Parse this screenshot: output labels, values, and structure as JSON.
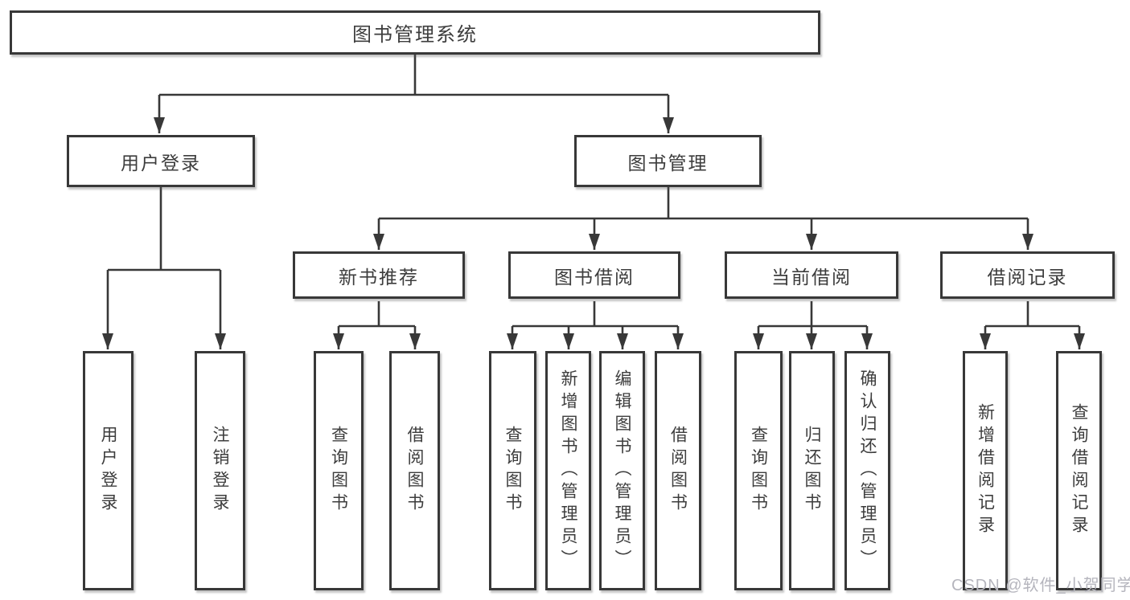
{
  "tree": {
    "label": "图书管理系统",
    "children": [
      {
        "label": "用户登录",
        "children": [
          {
            "label": "用户登录"
          },
          {
            "label": "注销登录"
          }
        ]
      },
      {
        "label": "图书管理",
        "children": [
          {
            "label": "新书推荐",
            "children": [
              {
                "label": "查询图书"
              },
              {
                "label": "借阅图书"
              }
            ]
          },
          {
            "label": "图书借阅",
            "children": [
              {
                "label": "查询图书"
              },
              {
                "label": "新增图书（管理员）"
              },
              {
                "label": "编辑图书（管理员）"
              },
              {
                "label": "借阅图书"
              }
            ]
          },
          {
            "label": "当前借阅",
            "children": [
              {
                "label": "查询图书"
              },
              {
                "label": "归还图书"
              },
              {
                "label": "确认归还（管理员）"
              }
            ]
          },
          {
            "label": "借阅记录",
            "children": [
              {
                "label": "新增借阅记录"
              },
              {
                "label": "查询借阅记录"
              }
            ]
          }
        ]
      }
    ]
  },
  "watermark": {
    "text": "CSDN @软件_小贺同学"
  },
  "colors": {
    "line": "#383838",
    "box_border": "#383838",
    "text": "#3d3d3d",
    "background": "#ffffff",
    "watermark": "#b5b5bd"
  }
}
